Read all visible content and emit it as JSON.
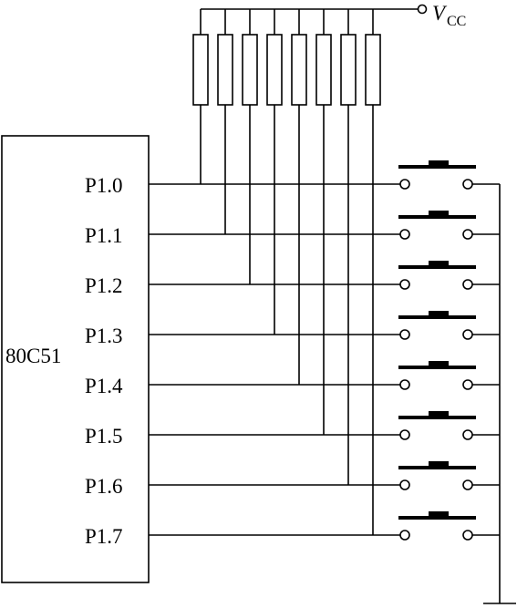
{
  "chip": {
    "label": "80C51"
  },
  "supply": {
    "label": "V",
    "subscript": "CC"
  },
  "pins": [
    "P1.0",
    "P1.1",
    "P1.2",
    "P1.3",
    "P1.4",
    "P1.5",
    "P1.6",
    "P1.7"
  ],
  "counts": {
    "resistors": 8,
    "buttons": 8
  }
}
